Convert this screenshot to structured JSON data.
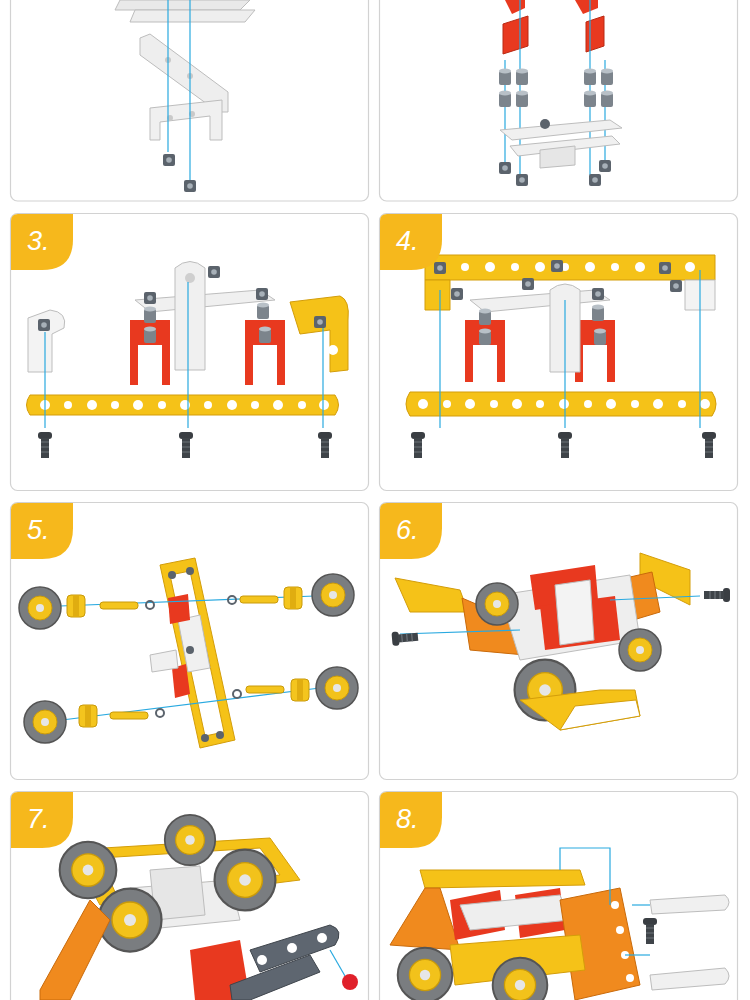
{
  "diagram": {
    "nodes": [
      {
        "text": [
          "3."
        ]
      },
      {
        "text": [
          "4."
        ]
      },
      {
        "text": [
          "5."
        ]
      },
      {
        "text": [
          "6."
        ]
      },
      {
        "text": [
          "7."
        ]
      },
      {
        "text": [
          "8."
        ]
      }
    ]
  }
}
